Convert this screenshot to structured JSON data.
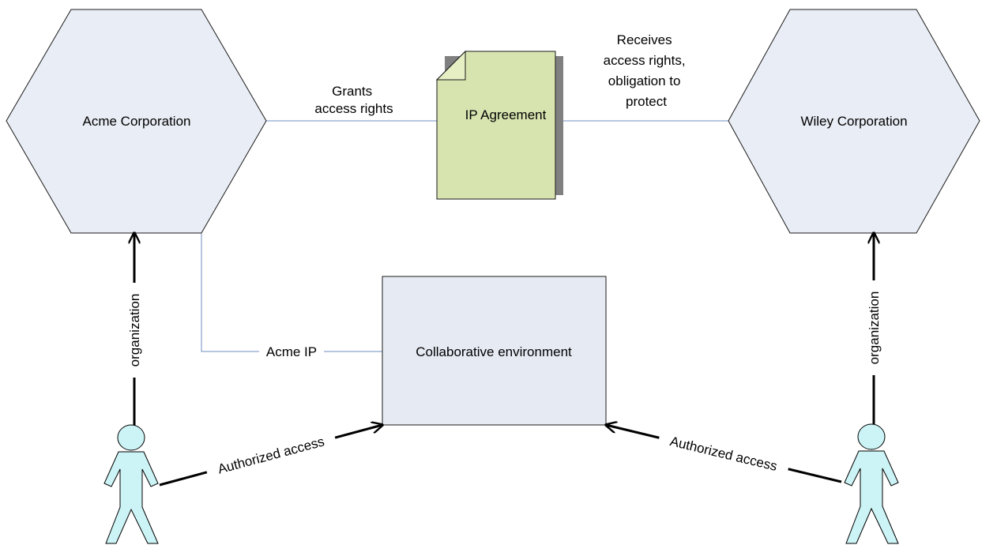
{
  "nodes": {
    "acme": {
      "label": "Acme Corporation"
    },
    "wiley": {
      "label": "Wiley Corporation"
    },
    "agreement": {
      "label": "IP Agreement"
    },
    "environment": {
      "label": "Collaborative environment"
    }
  },
  "edges": {
    "grants": {
      "lines": [
        "Grants",
        "access rights"
      ]
    },
    "receives": {
      "lines": [
        "Receives",
        "access rights,",
        "obligation to",
        "protect"
      ]
    },
    "acme_ip": {
      "label": "Acme IP"
    },
    "org_left": {
      "label": "organization"
    },
    "org_right": {
      "label": "organization"
    },
    "auth_left": {
      "label": "Authorized access"
    },
    "auth_right": {
      "label": "Authorized access"
    }
  },
  "colors": {
    "hexagon_fill": "#e9edf5",
    "box_fill": "#e6eaf3",
    "document_fill": "#d7e4b0",
    "document_shadow": "#808080",
    "person_fill": "#ccf4f6",
    "connector": "#6f8fc4"
  },
  "icons": {
    "acme": "hexagon",
    "wiley": "hexagon",
    "agreement": "document-icon",
    "actors": "stick-figure-icon"
  }
}
